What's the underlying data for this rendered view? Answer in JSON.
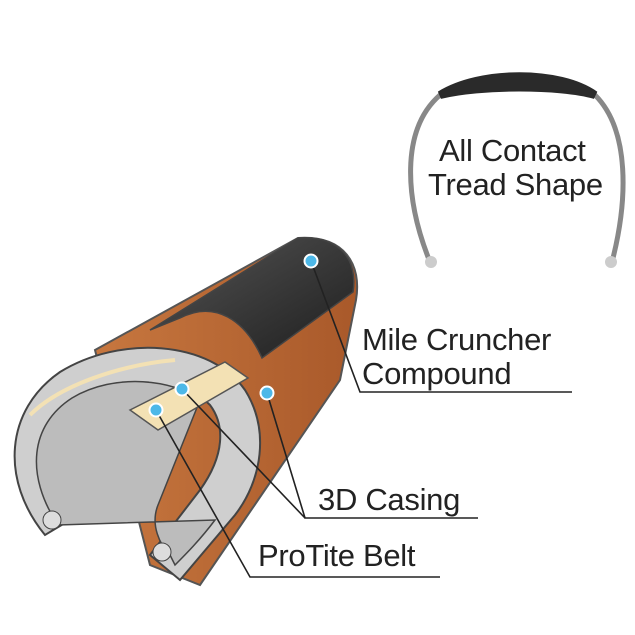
{
  "tread_shape": {
    "line1": "All Contact",
    "line2": "Tread Shape"
  },
  "callouts": {
    "compound": {
      "line1": "Mile Cruncher",
      "line2": "Compound"
    },
    "casing": "3D Casing",
    "belt": "ProTite Belt"
  },
  "colors": {
    "tread": "#2b2b2b",
    "casing": "#b8652e",
    "belt": "#f3e1b4",
    "dot": "#4db8e8",
    "inner": "#bdbdbd"
  }
}
